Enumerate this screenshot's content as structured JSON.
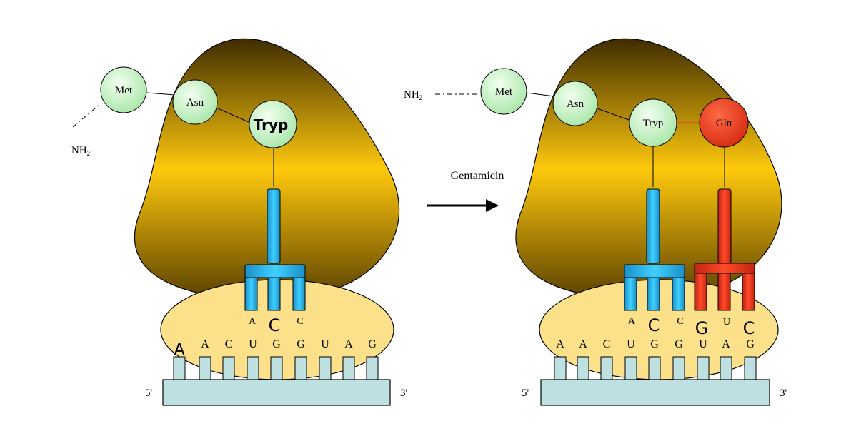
{
  "colors": {
    "ribosome_large_top": "#4a3300",
    "ribosome_large_mid": "#ffc90d",
    "ribosome_small": "#fde08a",
    "mrna": "#bfe0e0",
    "amino_acid_green": "#d6f5d2",
    "amino_acid_red": "#ee3322",
    "trna_blue": "#22b4e6",
    "trna_red": "#ee3322",
    "arrow": "#000000"
  },
  "left_panel": {
    "amino_acids": {
      "met": "Met",
      "asn": "Asn",
      "tryp": "Tryp"
    },
    "nh2": {
      "base": "NH",
      "sub": "2"
    },
    "anticodon": [
      "A",
      "C",
      "C"
    ],
    "codons": [
      "A",
      "A",
      "C",
      "U",
      "G",
      "G",
      "U",
      "A",
      "G"
    ],
    "five_prime": "5'",
    "three_prime": "3'"
  },
  "arrow_label": "Gentamicin",
  "right_panel": {
    "amino_acids": {
      "met": "Met",
      "asn": "Asn",
      "tryp": "Tryp",
      "gln": "Gln"
    },
    "nh2": {
      "base": "NH",
      "sub": "2"
    },
    "anticodon_tryp": [
      "A",
      "C",
      "C"
    ],
    "anticodon_gln": [
      "G",
      "U",
      "C"
    ],
    "codons": [
      "A",
      "A",
      "C",
      "U",
      "G",
      "G",
      "U",
      "A",
      "G"
    ],
    "five_prime": "5'",
    "three_prime": "3'"
  }
}
